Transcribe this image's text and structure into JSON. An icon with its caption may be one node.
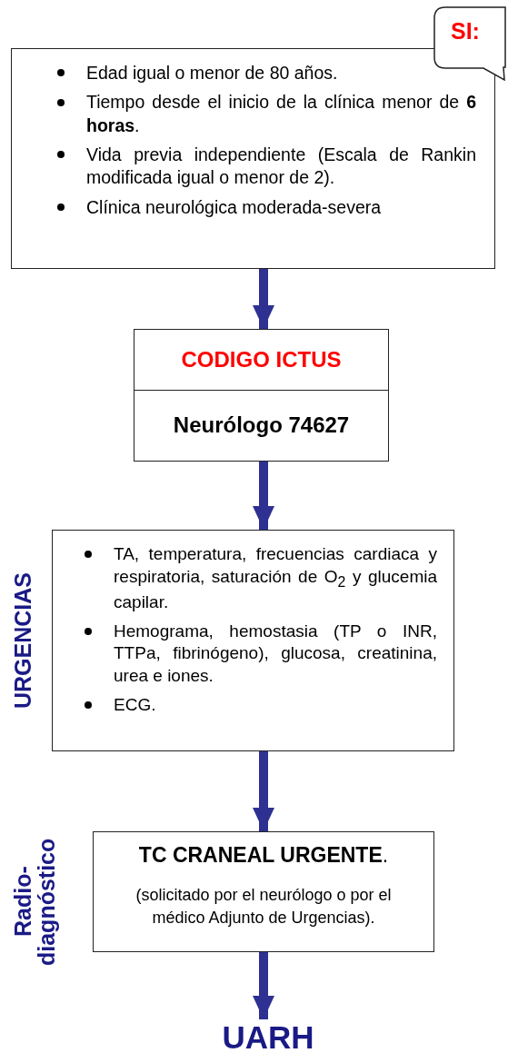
{
  "diagram": {
    "nodes": [
      {
        "text": [
          "Edad  igual o menor de 80 años.",
          "Tiempo desde el inicio de la clínica menor de **6 horas**.",
          "Vida previa independiente (Escala de Rankin modificada igual o menor de 2).",
          "Clínica neurológica moderada-severa"
        ]
      },
      {
        "text": [
          "SI:"
        ]
      },
      {
        "text": [
          "CODIGO ICTUS",
          "Neurólogo 74627"
        ]
      },
      {
        "text": [
          "TA, temperatura, frecuencias cardiaca y respiratoria, saturación de O$_{2}$ y glucemia capilar.",
          "Hemograma, hemostasia (TP o INR, TTPa, fibrinógeno), glucosa, creatinina, urea e iones.",
          "ECG."
        ],
        "beside": [
          "URGENCIAS"
        ]
      },
      {
        "text": [
          "**TC CRANEAL URGENTE**.",
          "(solicitado por el neurólogo o por el médico Adjunto de Urgencias)."
        ],
        "beside": [
          "Radio- diagnóstico"
        ]
      },
      {
        "text": [
          "UARH"
        ]
      }
    ],
    "edges": [
      {
        "from": 0,
        "to": 2,
        "arrow": "to"
      },
      {
        "from": 2,
        "to": 3,
        "arrow": "to"
      },
      {
        "from": 3,
        "to": 4,
        "arrow": "to"
      },
      {
        "from": 4,
        "to": 5,
        "arrow": "to"
      }
    ]
  }
}
